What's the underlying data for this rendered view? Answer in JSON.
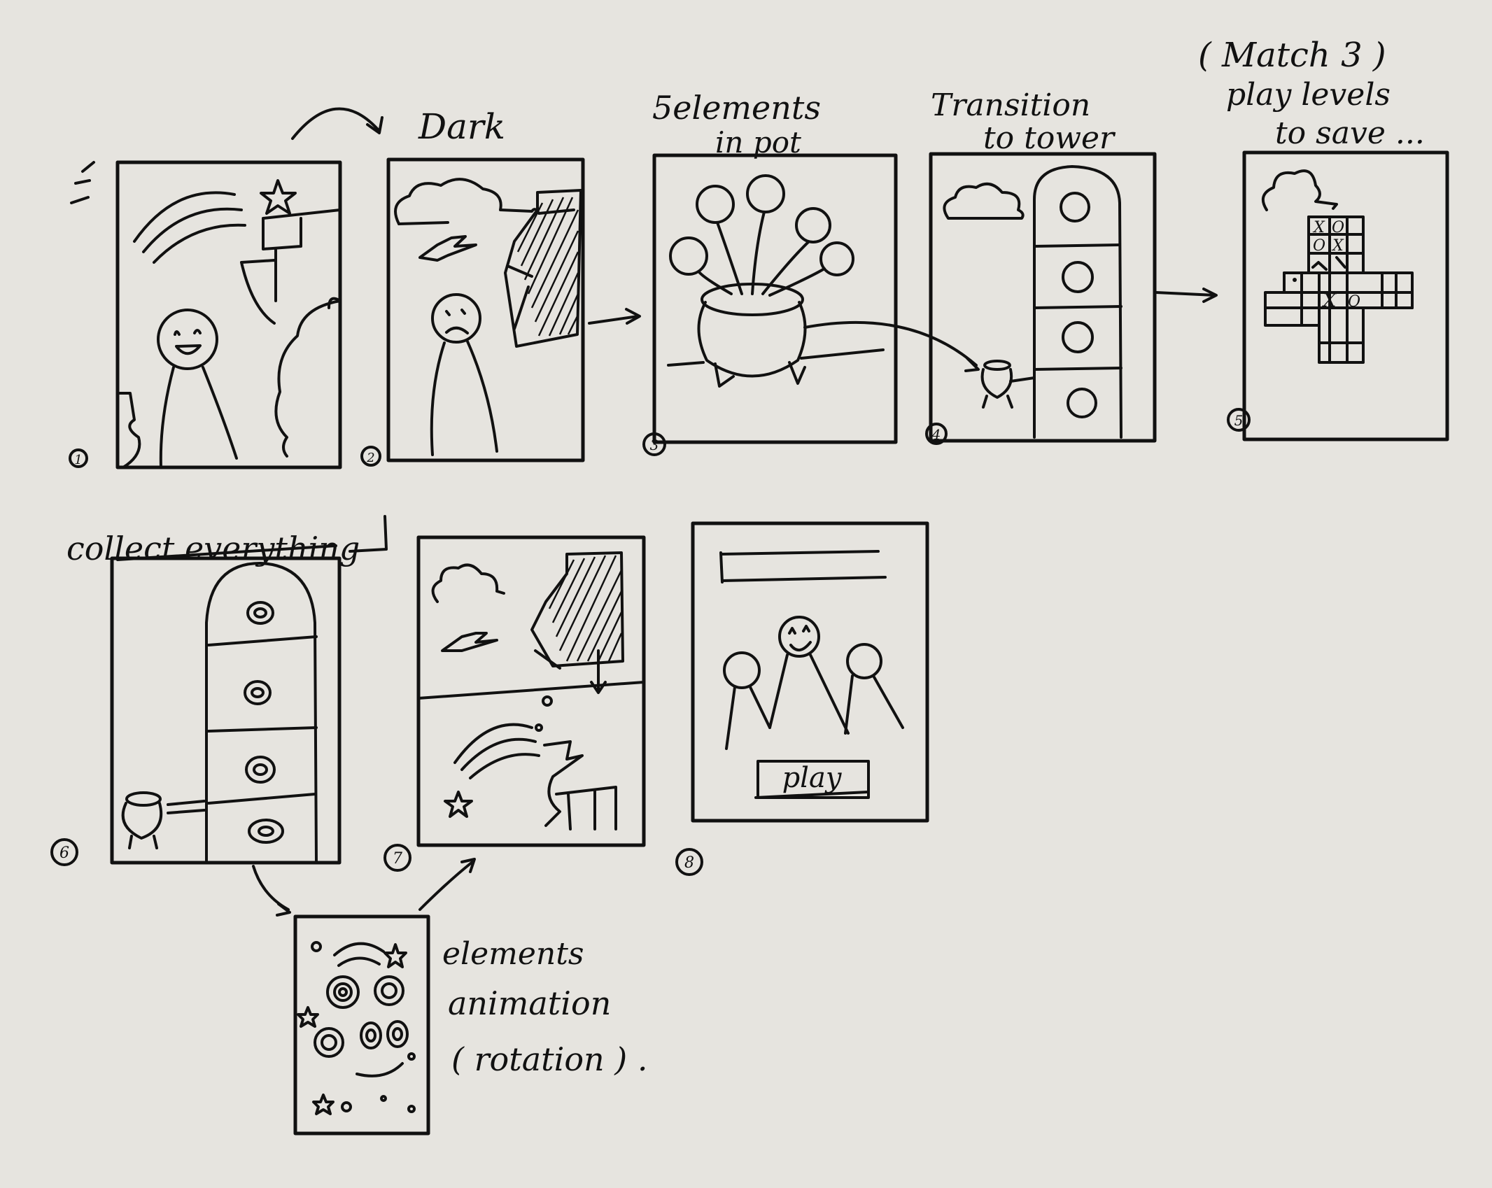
{
  "labels": {
    "dark": "Dark",
    "elements_in_pot_1": "5elements",
    "elements_in_pot_2": "in pot",
    "transition_1": "Transition",
    "transition_2": "to tower",
    "match3_1": "( Match 3 )",
    "match3_2": "play levels",
    "match3_3": "to save ...",
    "collect": "collect everything",
    "anim_1": "elements",
    "anim_2": "animation",
    "anim_3": "( rotation ) ."
  },
  "panel_numbers": [
    "1",
    "2",
    "3",
    "4",
    "5",
    "6",
    "7",
    "8"
  ],
  "play_button_label": "play",
  "board_marks": [
    "X",
    "O",
    "O",
    "X",
    "X",
    "O"
  ],
  "colors": {
    "ink": "#111111",
    "paper": "#e6e4df"
  }
}
